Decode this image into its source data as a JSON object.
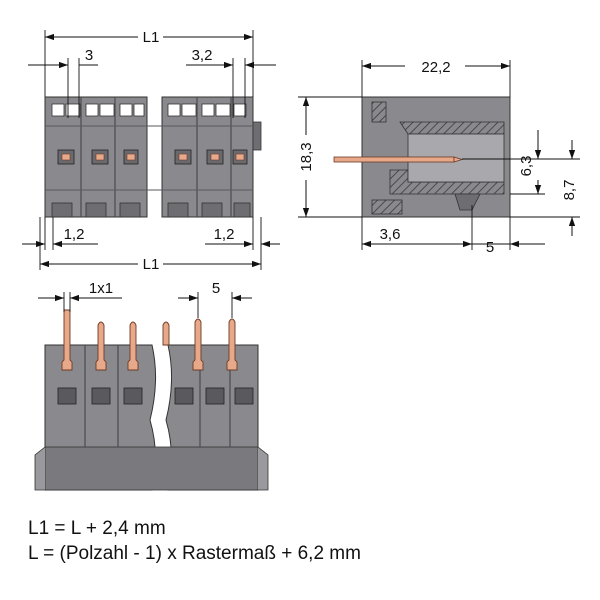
{
  "colors": {
    "housing": "#8a8a8e",
    "housing_light": "#a9a9ad",
    "housing_dark": "#4a4a4e",
    "pin": "#e8a98a",
    "pin_stroke": "#6b3a26",
    "dimension_line": "#111111"
  },
  "front_view": {
    "overall_length_top": "L1",
    "overall_length_bottom": "L1",
    "dim_left_top": "3",
    "dim_right_top": "3,2",
    "dim_left_bottom": "1,2",
    "dim_right_bottom": "1,2"
  },
  "side_view": {
    "depth": "22,2",
    "height": "18,3",
    "pin_height": "6,3",
    "mount_height": "8,7",
    "offset": "3,6",
    "pin_protrusion": "5"
  },
  "pin_view": {
    "pin_size": "1x1",
    "pitch": "5"
  },
  "formulas": {
    "line1": "L1 = L + 2,4 mm",
    "line2": "L = (Polzahl - 1) x Rastermaß + 6,2 mm"
  }
}
